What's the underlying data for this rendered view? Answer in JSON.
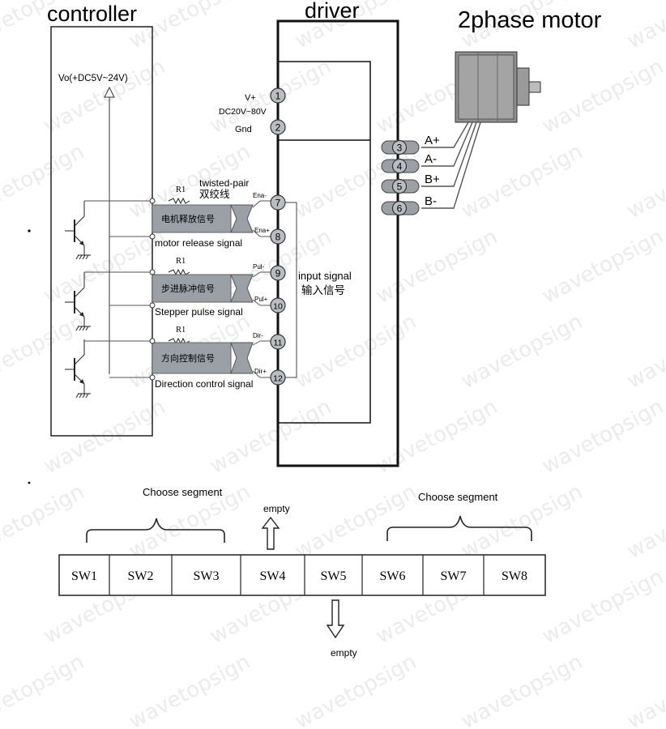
{
  "titles": {
    "controller": "controller",
    "driver": "driver",
    "motor": "2phase motor"
  },
  "controller": {
    "vo_label": "Vo(+DC5V~24V)"
  },
  "driver": {
    "power_label_vplus": "V+",
    "power_label_range": "DC20V~80V",
    "power_label_gnd": "Gnd",
    "input_label_en": "input signal",
    "input_label_cn": "输入信号"
  },
  "terminals": [
    "1",
    "2",
    "3",
    "4",
    "5",
    "6",
    "7",
    "8",
    "9",
    "10",
    "11",
    "12"
  ],
  "motor_pins": [
    "A+",
    "A-",
    "B+",
    "B-"
  ],
  "signal_groups": [
    {
      "resistor": "R1",
      "cn_label": "电机释放信号",
      "en_label": "motor release signal",
      "pin_minus": "Ena-",
      "pin_plus": "Ena+"
    },
    {
      "resistor": "R1",
      "cn_label": "步进脉冲信号",
      "en_label": "Stepper pulse signal",
      "pin_minus": "Pul-",
      "pin_plus": "Pul+"
    },
    {
      "resistor": "R1",
      "cn_label": "方向控制信号",
      "en_label": "Direction control signal",
      "pin_minus": "Dir-",
      "pin_plus": "Dir+"
    }
  ],
  "twisted_pair": {
    "en": "twisted-pair",
    "cn": "双绞线"
  },
  "dip_switch": {
    "switches": [
      "SW1",
      "SW2",
      "SW3",
      "SW4",
      "SW5",
      "SW6",
      "SW7",
      "SW8"
    ],
    "left_group_label": "Choose segment",
    "right_group_label": "Choose segment",
    "top_empty_label": "empty",
    "bottom_empty_label": "empty"
  },
  "watermark": "wavetopsign",
  "colors": {
    "signal_box": "#9aa0a6",
    "wire": "#555555",
    "terminal": "#b9bdc2"
  }
}
